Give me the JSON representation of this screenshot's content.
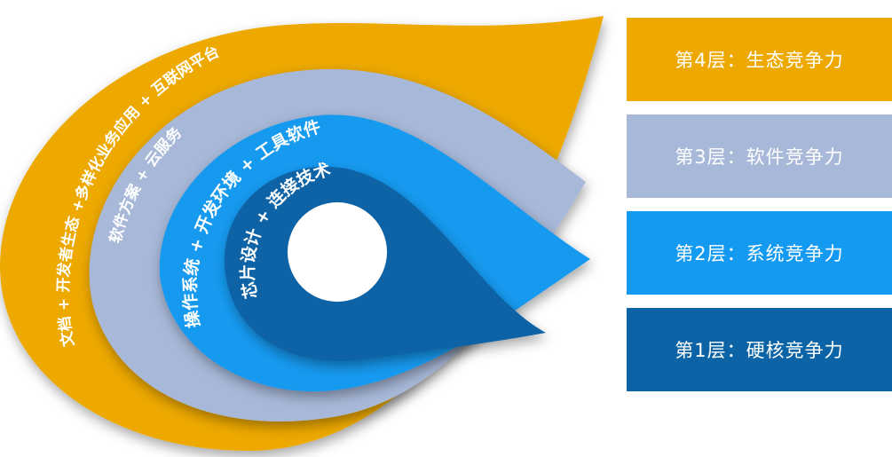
{
  "colors": {
    "layer4": "#EDA901",
    "layer3": "#A7B8D8",
    "layer2": "#149AF0",
    "layer1": "#0C64A6",
    "center": "#ffffff"
  },
  "rings": {
    "layer4_text": "文档 + 开发者生态 +多样化业务应用 + 互联网平台",
    "layer3_text": "软件方案 + 云服务",
    "layer2_text": "操作系统 + 开发环境 + 工具软件",
    "layer1_text": "芯片设计 + 连接技术"
  },
  "layers": [
    {
      "label": "第4层：生态竞争力"
    },
    {
      "label": "第3层：软件竞争力"
    },
    {
      "label": "第2层：系统竞争力"
    },
    {
      "label": "第1层：硬核竞争力"
    }
  ]
}
